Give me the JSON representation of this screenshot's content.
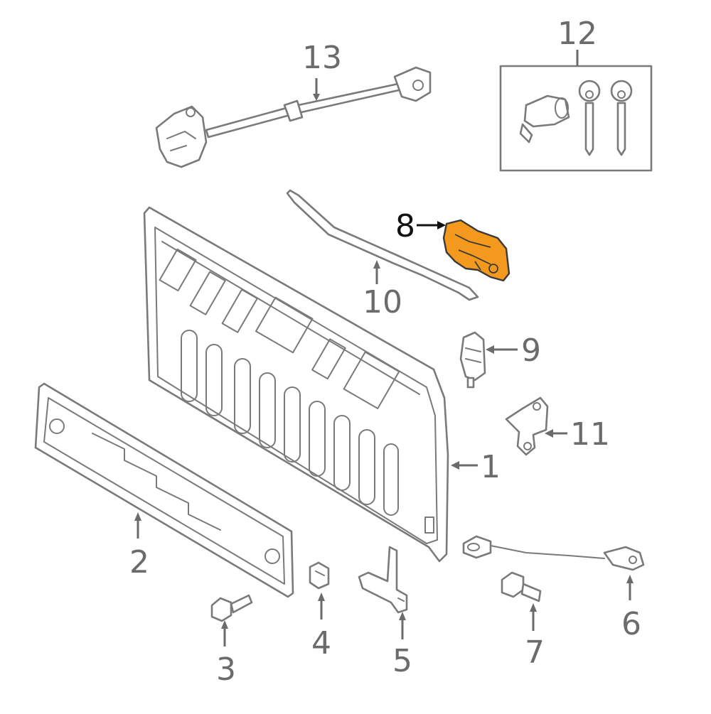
{
  "diagram": {
    "highlight_color": "#f39a1e",
    "callouts": [
      {
        "id": "c1",
        "label": "1"
      },
      {
        "id": "c2",
        "label": "2"
      },
      {
        "id": "c3",
        "label": "3"
      },
      {
        "id": "c4",
        "label": "4"
      },
      {
        "id": "c5",
        "label": "5"
      },
      {
        "id": "c6",
        "label": "6"
      },
      {
        "id": "c7",
        "label": "7"
      },
      {
        "id": "c8",
        "label": "8",
        "highlighted": true
      },
      {
        "id": "c9",
        "label": "9"
      },
      {
        "id": "c10",
        "label": "10"
      },
      {
        "id": "c11",
        "label": "11"
      },
      {
        "id": "c12",
        "label": "12"
      },
      {
        "id": "c13",
        "label": "13"
      }
    ]
  }
}
